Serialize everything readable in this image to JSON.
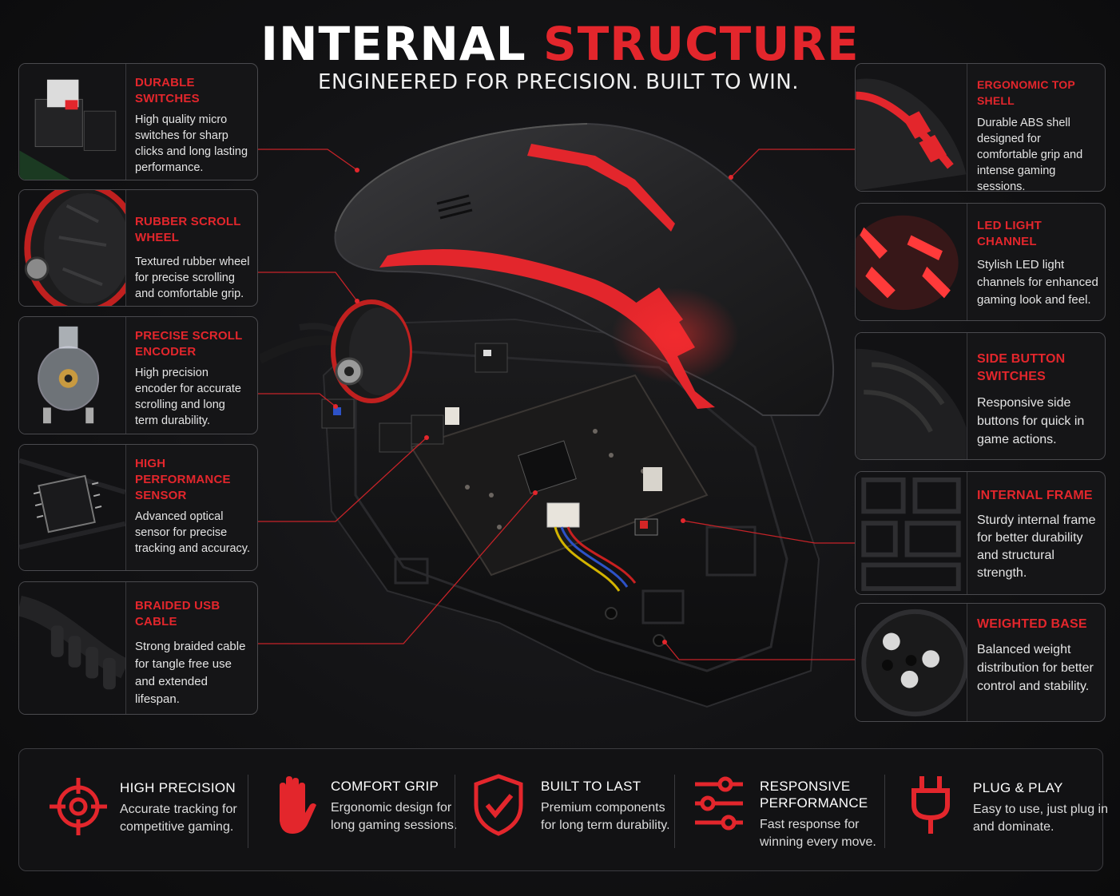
{
  "header": {
    "title_white": "INTERNAL",
    "title_red": "STRUCTURE",
    "subtitle": "ENGINEERED FOR PRECISION. BUILT TO WIN."
  },
  "colors": {
    "accent": "#e3262c",
    "background": "#121214",
    "card_border": "#4a4a4e"
  },
  "left_cards": [
    {
      "title": "DURABLE SWITCHES",
      "text": "High quality micro switches for sharp clicks and long lasting performance.",
      "icon": "micro-switch-icon"
    },
    {
      "title": "RUBBER SCROLL WHEEL",
      "text": "Textured rubber wheel for precise scrolling and comfortable grip.",
      "icon": "scroll-wheel-icon"
    },
    {
      "title": "PRECISE SCROLL ENCODER",
      "text": "High precision encoder for accurate scrolling and long term durability.",
      "icon": "encoder-icon"
    },
    {
      "title": "HIGH PERFORMANCE SENSOR",
      "text": "Advanced optical sensor for precise tracking and accuracy.",
      "icon": "sensor-chip-icon"
    },
    {
      "title": "BRAIDED USB CABLE",
      "text": "Strong braided cable for tangle free use and extended lifespan.",
      "icon": "usb-cable-icon"
    }
  ],
  "right_cards": [
    {
      "title": "ERGONOMIC TOP SHELL",
      "text": "Durable ABS shell designed for comfortable grip and intense gaming sessions.",
      "icon": "top-shell-icon"
    },
    {
      "title": "LED LIGHT CHANNEL",
      "text": "Stylish LED light channels for enhanced gaming look and feel.",
      "icon": "led-channel-icon"
    },
    {
      "title": "SIDE BUTTON SWITCHES",
      "text": "Responsive side buttons for quick in game actions.",
      "icon": "side-button-icon"
    },
    {
      "title": "INTERNAL FRAME",
      "text": "Sturdy internal frame for better durability and structural strength.",
      "icon": "internal-frame-icon"
    },
    {
      "title": "WEIGHTED BASE",
      "text": "Balanced weight distribution for better control and stability.",
      "icon": "weighted-base-icon"
    }
  ],
  "features": [
    {
      "title": "HIGH PRECISION",
      "text": "Accurate tracking for competitive gaming.",
      "icon": "crosshair-icon"
    },
    {
      "title": "COMFORT GRIP",
      "text": "Ergonomic design for long gaming sessions.",
      "icon": "hand-icon"
    },
    {
      "title": "BUILT TO LAST",
      "text": "Premium components for long term durability.",
      "icon": "shield-check-icon"
    },
    {
      "title": "RESPONSIVE PERFORMANCE",
      "text": "Fast response for winning every move.",
      "icon": "sliders-icon"
    },
    {
      "title": "PLUG & PLAY",
      "text": "Easy to use, just plug in and dominate.",
      "icon": "plug-icon"
    }
  ]
}
